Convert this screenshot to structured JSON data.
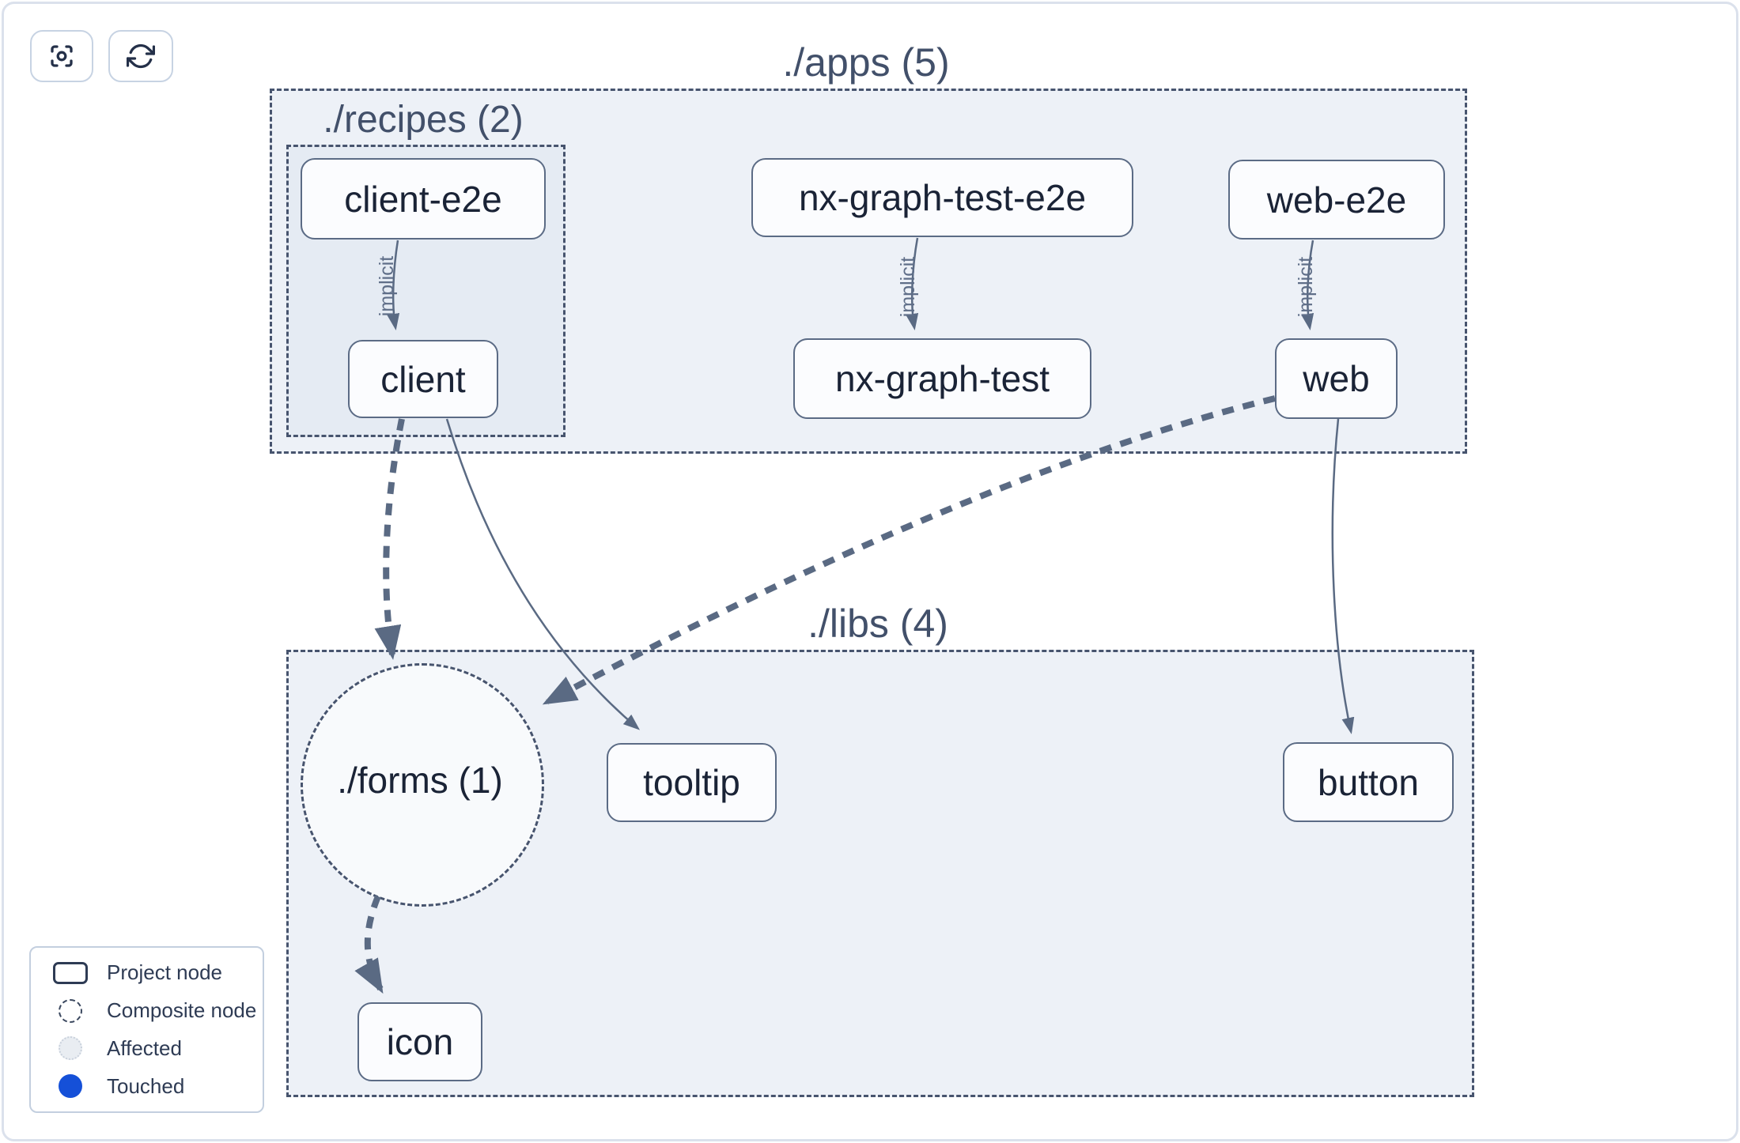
{
  "toolbar": {
    "focus_icon": "crosshair-focus",
    "refresh_icon": "refresh-arrows"
  },
  "groups": {
    "apps": {
      "label": "./apps (5)"
    },
    "recipes": {
      "label": "./recipes (2)"
    },
    "libs": {
      "label": "./libs (4)"
    },
    "forms": {
      "label": "./forms (1)"
    }
  },
  "nodes": {
    "client_e2e": {
      "label": "client-e2e"
    },
    "nx_graph_test_e2e": {
      "label": "nx-graph-test-e2e"
    },
    "web_e2e": {
      "label": "web-e2e"
    },
    "client": {
      "label": "client"
    },
    "nx_graph_test": {
      "label": "nx-graph-test"
    },
    "web": {
      "label": "web"
    },
    "tooltip": {
      "label": "tooltip"
    },
    "button": {
      "label": "button"
    },
    "icon": {
      "label": "icon"
    }
  },
  "edges": {
    "list": [
      {
        "from": "client-e2e",
        "to": "client",
        "style": "implicit",
        "label": "implicit"
      },
      {
        "from": "nx-graph-test-e2e",
        "to": "nx-graph-test",
        "style": "implicit",
        "label": "implicit"
      },
      {
        "from": "web-e2e",
        "to": "web",
        "style": "implicit",
        "label": "implicit"
      },
      {
        "from": "client",
        "to": "./forms (1)",
        "style": "thick-dashed"
      },
      {
        "from": "client",
        "to": "tooltip",
        "style": "direct"
      },
      {
        "from": "web",
        "to": "./forms (1)",
        "style": "thick-dashed"
      },
      {
        "from": "web",
        "to": "button",
        "style": "direct"
      },
      {
        "from": "./forms (1)",
        "to": "icon",
        "style": "thick-dashed"
      }
    ]
  },
  "legend": {
    "items": [
      {
        "label": "Project node",
        "swatch": "project-rect"
      },
      {
        "label": "Composite node",
        "swatch": "composite-dashed-circle"
      },
      {
        "label": "Affected",
        "swatch": "affected-circle"
      },
      {
        "label": "Touched",
        "swatch": "touched-circle"
      }
    ]
  },
  "colors": {
    "touched": "#1550d8",
    "edge": "#5a6a83",
    "container_border": "#47546e",
    "group_fill": "#edf1f7",
    "node_text": "#1a2336"
  }
}
